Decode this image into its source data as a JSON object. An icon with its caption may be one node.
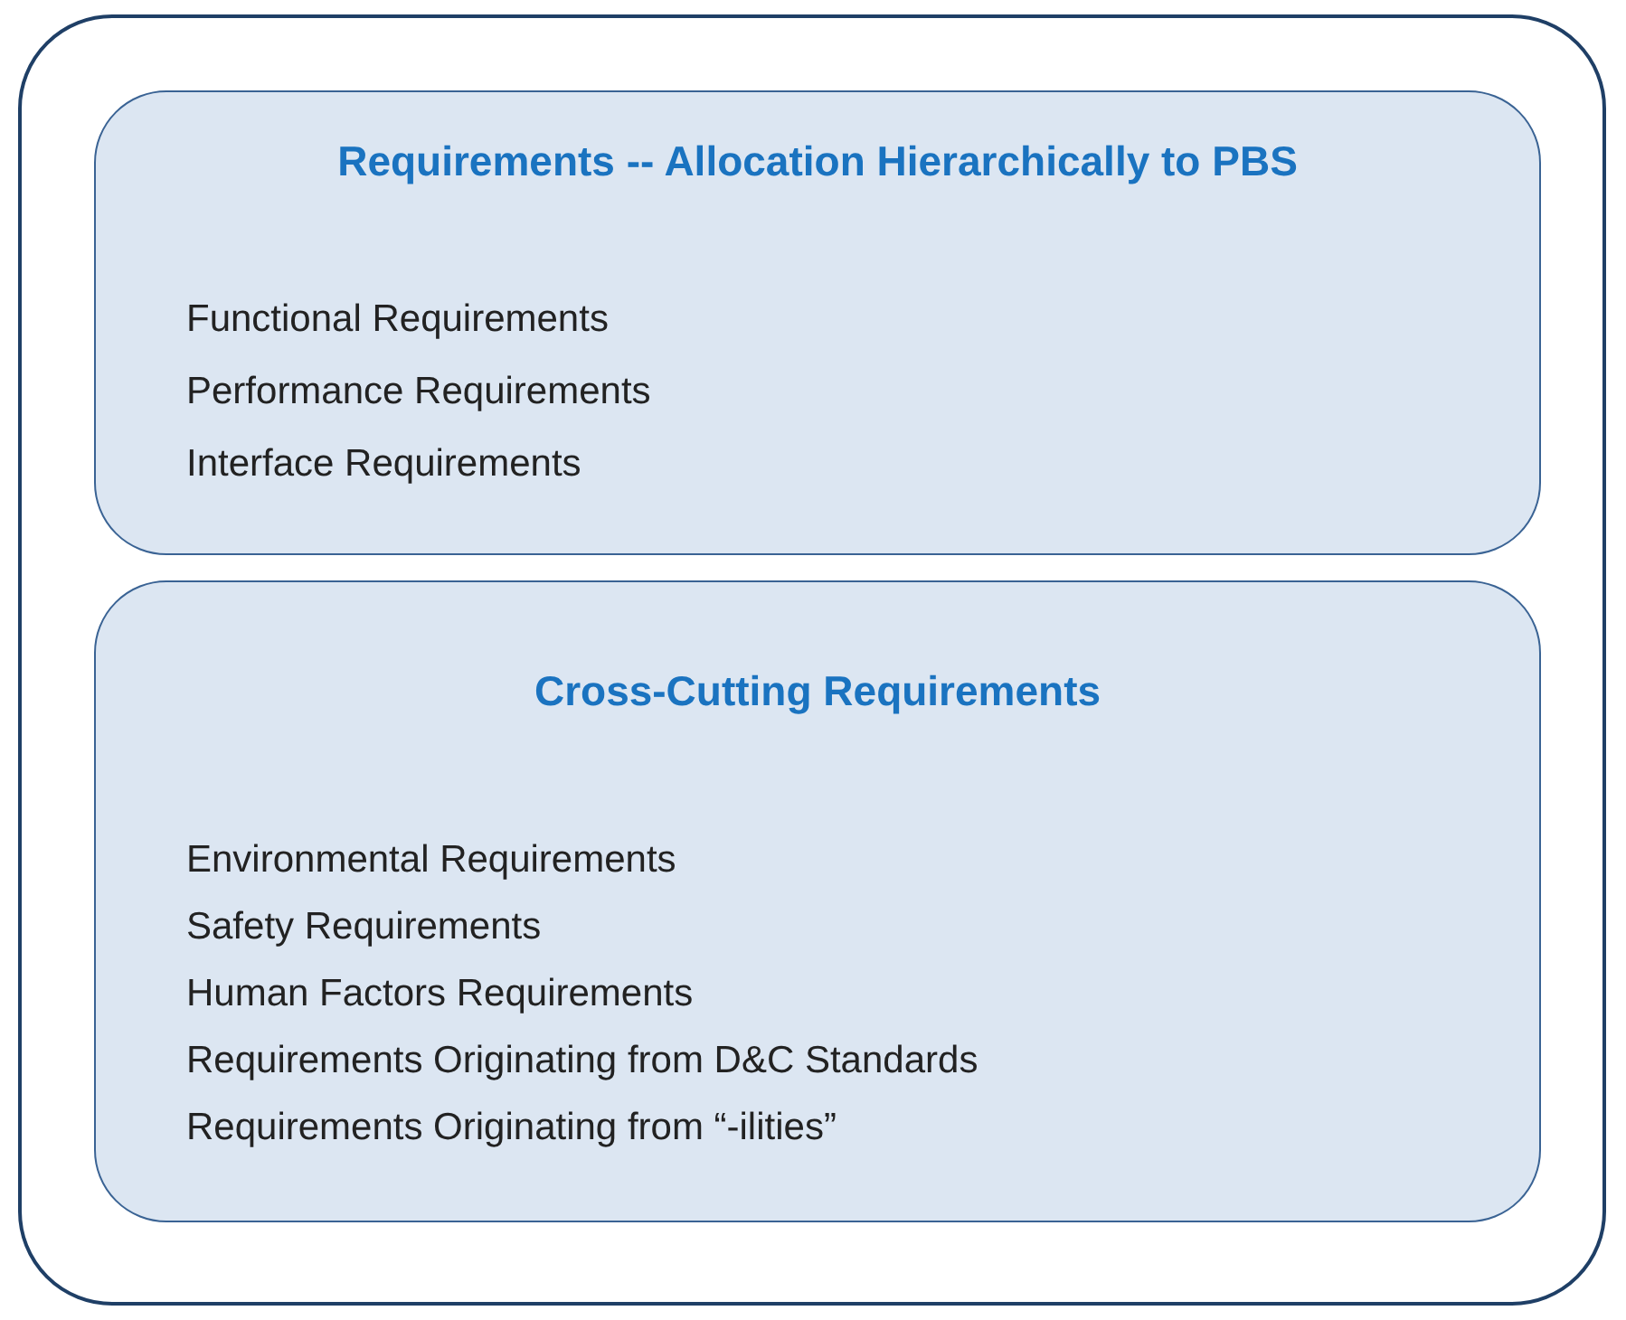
{
  "diagram": {
    "nodes": [
      {
        "text": [],
        "shape": "box"
      },
      {
        "text": [
          "Requirements -- Allocation Hierarchically to PBS",
          "Functional Requirements",
          "Performance Requirements",
          "Interface Requirements"
        ],
        "in": 0
      },
      {
        "text": [
          "Cross-Cutting Requirements",
          "Environmental Requirements",
          "Safety Requirements",
          "Human Factors Requirements",
          "Requirements Originating from D&C Standards",
          "Requirements Originating from “-ilities”"
        ],
        "in": 0
      }
    ]
  }
}
